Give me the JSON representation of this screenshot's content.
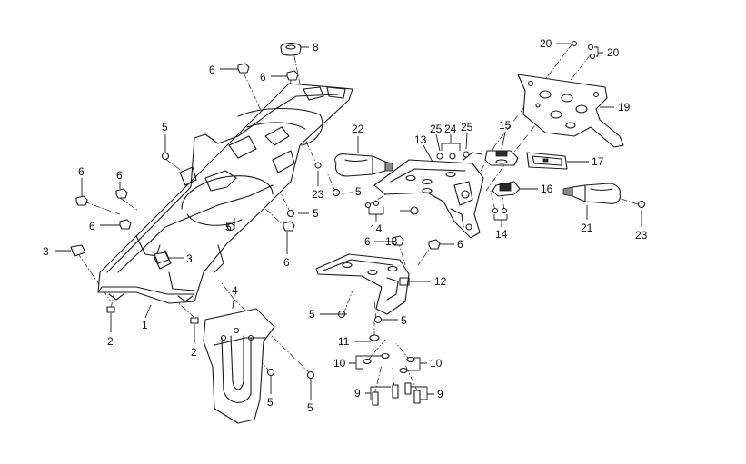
{
  "colors": {
    "line": "#1a1a1a",
    "background": "#ffffff",
    "text": "#111111"
  },
  "callouts": [
    {
      "id": "c1",
      "text": "1"
    },
    {
      "id": "c2a",
      "text": "2"
    },
    {
      "id": "c2b",
      "text": "2"
    },
    {
      "id": "c3a",
      "text": "3"
    },
    {
      "id": "c3b",
      "text": "3"
    },
    {
      "id": "c4",
      "text": "4"
    },
    {
      "id": "c5a",
      "text": "5"
    },
    {
      "id": "c5b",
      "text": "5"
    },
    {
      "id": "c5c",
      "text": "5"
    },
    {
      "id": "c5d",
      "text": "5"
    },
    {
      "id": "c5e",
      "text": "5"
    },
    {
      "id": "c5f",
      "text": "5"
    },
    {
      "id": "c5g",
      "text": "5"
    },
    {
      "id": "c5h",
      "text": "5"
    },
    {
      "id": "c6a",
      "text": "6"
    },
    {
      "id": "c6b",
      "text": "6"
    },
    {
      "id": "c6c",
      "text": "6"
    },
    {
      "id": "c6d",
      "text": "6"
    },
    {
      "id": "c6e",
      "text": "6"
    },
    {
      "id": "c6f",
      "text": "6"
    },
    {
      "id": "c6g",
      "text": "6"
    },
    {
      "id": "c6h",
      "text": "6"
    },
    {
      "id": "c8",
      "text": "8"
    },
    {
      "id": "c9a",
      "text": "9"
    },
    {
      "id": "c9b",
      "text": "9"
    },
    {
      "id": "c10a",
      "text": "10"
    },
    {
      "id": "c10b",
      "text": "10"
    },
    {
      "id": "c11",
      "text": "11"
    },
    {
      "id": "c12",
      "text": "12"
    },
    {
      "id": "c13",
      "text": "13"
    },
    {
      "id": "c14a",
      "text": "14"
    },
    {
      "id": "c14b",
      "text": "14"
    },
    {
      "id": "c15",
      "text": "15"
    },
    {
      "id": "c16",
      "text": "16"
    },
    {
      "id": "c17",
      "text": "17"
    },
    {
      "id": "c18",
      "text": "18"
    },
    {
      "id": "c19",
      "text": "19"
    },
    {
      "id": "c20a",
      "text": "20"
    },
    {
      "id": "c20b",
      "text": "20"
    },
    {
      "id": "c21",
      "text": "21"
    },
    {
      "id": "c22",
      "text": "22"
    },
    {
      "id": "c23a",
      "text": "23"
    },
    {
      "id": "c23b",
      "text": "23"
    },
    {
      "id": "c24",
      "text": "24"
    },
    {
      "id": "c25a",
      "text": "25"
    },
    {
      "id": "c25b",
      "text": "25"
    }
  ]
}
